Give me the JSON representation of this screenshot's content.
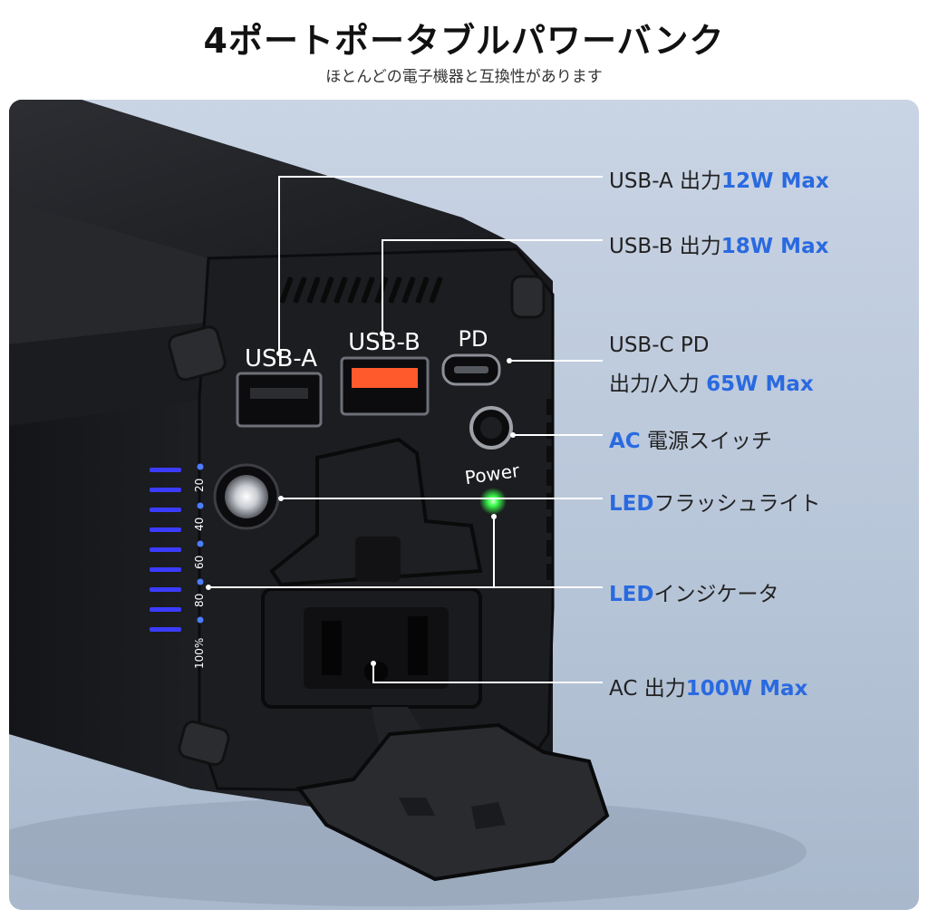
{
  "header": {
    "title": "4ポートポータブルパワーバンク",
    "subtitle": "ほとんどの電子機器と互換性があります"
  },
  "device": {
    "port_usb_a": "USB-A",
    "port_usb_b": "USB-B",
    "port_pd": "PD",
    "power_label": "Power",
    "battery_ticks": [
      "20",
      "40",
      "60",
      "80",
      "100%"
    ]
  },
  "callouts": {
    "usb_a": {
      "text": "USB-A 出力",
      "highlight": "12W Max"
    },
    "usb_b": {
      "text": "USB-B 出力",
      "highlight": "18W Max"
    },
    "usb_c": {
      "line1": "USB-C PD",
      "text": "出力/入力",
      "highlight": "65W Max"
    },
    "ac_switch": {
      "highlight": "AC",
      "text": "電源スイッチ"
    },
    "led_flash": {
      "highlight": "LED",
      "text": "フラッシュライト"
    },
    "led_indicator": {
      "highlight": "LED",
      "text": "インジケータ"
    },
    "ac_out": {
      "text": "AC 出力",
      "highlight": "100W Max"
    }
  },
  "colors": {
    "accent": "#2a6ae0",
    "led_blue": "#3b5bff",
    "led_green": "#39ff4a",
    "usb_b_orange": "#ff5a2c",
    "body": "#1e1f22"
  }
}
